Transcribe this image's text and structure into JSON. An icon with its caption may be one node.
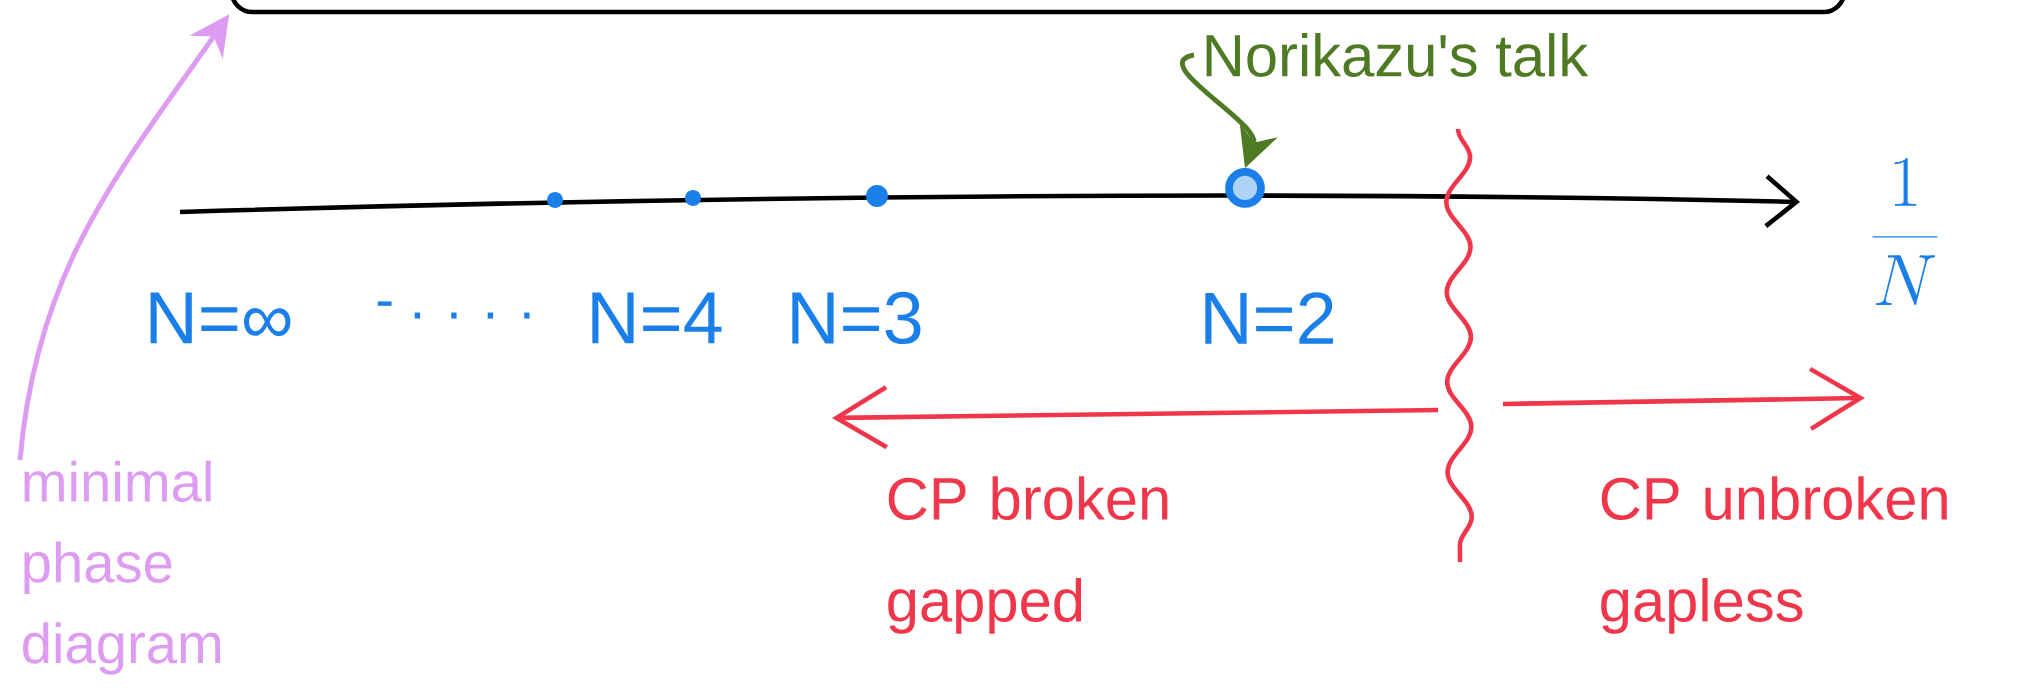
{
  "diagram": {
    "nodes": [
      {
        "text": [],
        "shape": "box"
      },
      {
        "text": [
          "Norikazu's talk"
        ]
      },
      {
        "text": [],
        "shape": "circle"
      },
      {
        "text": [],
        "shape": "circle"
      },
      {
        "text": [],
        "shape": "circle"
      },
      {
        "text": [],
        "shape": "circle"
      },
      {
        "text": [
          "minimal phase diagram"
        ]
      }
    ],
    "edges": [
      {
        "from": 6,
        "to": 0,
        "arrow": "to",
        "color": "#dd9cf2"
      },
      {
        "from": 1,
        "to": 5,
        "arrow": "to",
        "color": "#4f7a24"
      }
    ],
    "labels": [
      "\\frac{1}{N}",
      "N=∞",
      "- . . . .",
      "N=4",
      "N=3",
      "N=2",
      "CP broken gapped",
      "CP unbroken gapless"
    ]
  }
}
